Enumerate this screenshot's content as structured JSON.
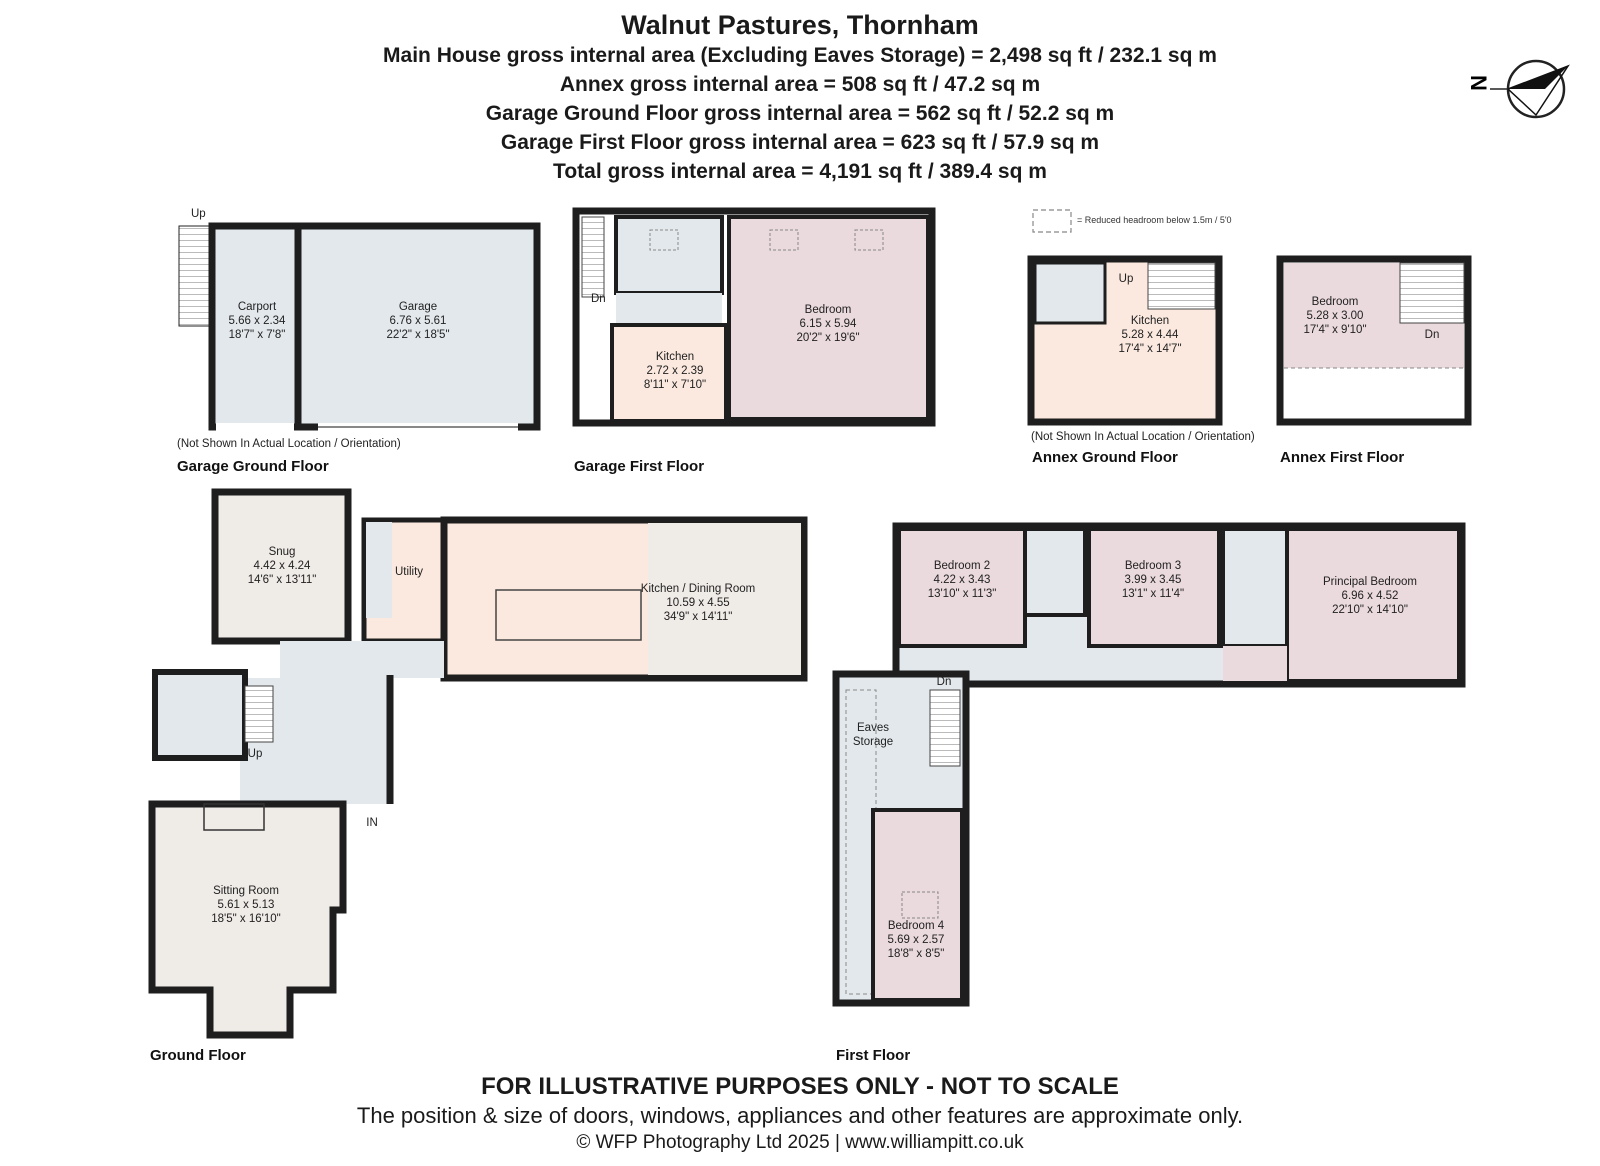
{
  "header": {
    "title": "Walnut Pastures, Thornham",
    "areas": [
      "Main House gross internal area (Excluding Eaves Storage) = 2,498 sq ft / 232.1 sq m",
      "Annex gross internal area = 508 sq ft / 47.2 sq m",
      "Garage Ground Floor gross internal area = 562 sq ft / 52.2 sq m",
      "Garage First Floor gross internal area = 623 sq ft / 57.9 sq m",
      "Total gross internal area = 4,191 sq ft / 389.4 sq m"
    ]
  },
  "compass": {
    "letter": "N"
  },
  "legend": {
    "text": "= Reduced headroom below 1.5m / 5'0"
  },
  "floors": {
    "garage_ground": "Garage Ground Floor",
    "garage_first": "Garage First Floor",
    "annex_ground": "Annex Ground Floor",
    "annex_first": "Annex First Floor",
    "ground": "Ground Floor",
    "first": "First Floor"
  },
  "notes": {
    "garage_orientation": "(Not Shown In Actual Location / Orientation)",
    "annex_orientation": "(Not Shown In Actual Location / Orientation)"
  },
  "markers": {
    "up": "Up",
    "dn": "Dn",
    "in": "IN"
  },
  "rooms": {
    "carport": {
      "name": "Carport",
      "metric": "5.66 x 2.34",
      "imperial": "18'7\" x 7'8\""
    },
    "garage": {
      "name": "Garage",
      "metric": "6.76 x 5.61",
      "imperial": "22'2\" x 18'5\""
    },
    "gf_kitchen": {
      "name": "Kitchen",
      "metric": "2.72 x 2.39",
      "imperial": "8'11\" x 7'10\""
    },
    "gf_bedroom": {
      "name": "Bedroom",
      "metric": "6.15 x 5.94",
      "imperial": "20'2\" x 19'6\""
    },
    "annex_kitchen": {
      "name": "Kitchen",
      "metric": "5.28 x 4.44",
      "imperial": "17'4\" x 14'7\""
    },
    "annex_bedroom": {
      "name": "Bedroom",
      "metric": "5.28 x 3.00",
      "imperial": "17'4\" x 9'10\""
    },
    "snug": {
      "name": "Snug",
      "metric": "4.42 x 4.24",
      "imperial": "14'6\" x 13'11\""
    },
    "utility": {
      "name": "Utility"
    },
    "kitchen_dining": {
      "name": "Kitchen / Dining Room",
      "metric": "10.59 x 4.55",
      "imperial": "34'9\" x 14'11\""
    },
    "sitting": {
      "name": "Sitting Room",
      "metric": "5.61 x 5.13",
      "imperial": "18'5\" x 16'10\""
    },
    "bedroom2": {
      "name": "Bedroom 2",
      "metric": "4.22 x 3.43",
      "imperial": "13'10\" x 11'3\""
    },
    "bedroom3": {
      "name": "Bedroom 3",
      "metric": "3.99 x 3.45",
      "imperial": "13'1\" x 11'4\""
    },
    "principal": {
      "name": "Principal Bedroom",
      "metric": "6.96 x 4.52",
      "imperial": "22'10\" x 14'10\""
    },
    "eaves": {
      "name1": "Eaves",
      "name2": "Storage"
    },
    "bedroom4": {
      "name": "Bedroom 4",
      "metric": "5.69 x 2.57",
      "imperial": "18'8\" x 8'5\""
    }
  },
  "colors": {
    "wall": "#1e1e1e",
    "blue": "#e3e8ec",
    "pink": "#ead9dd",
    "peach": "#fbe9df",
    "beige": "#efebe7",
    "white": "#ffffff"
  },
  "footer": {
    "disclaimer": "FOR ILLUSTRATIVE PURPOSES ONLY - NOT TO SCALE",
    "note": "The position & size of doors, windows, appliances and other features are approximate only.",
    "copyright": "© WFP Photography Ltd 2025 | www.williampitt.co.uk"
  }
}
